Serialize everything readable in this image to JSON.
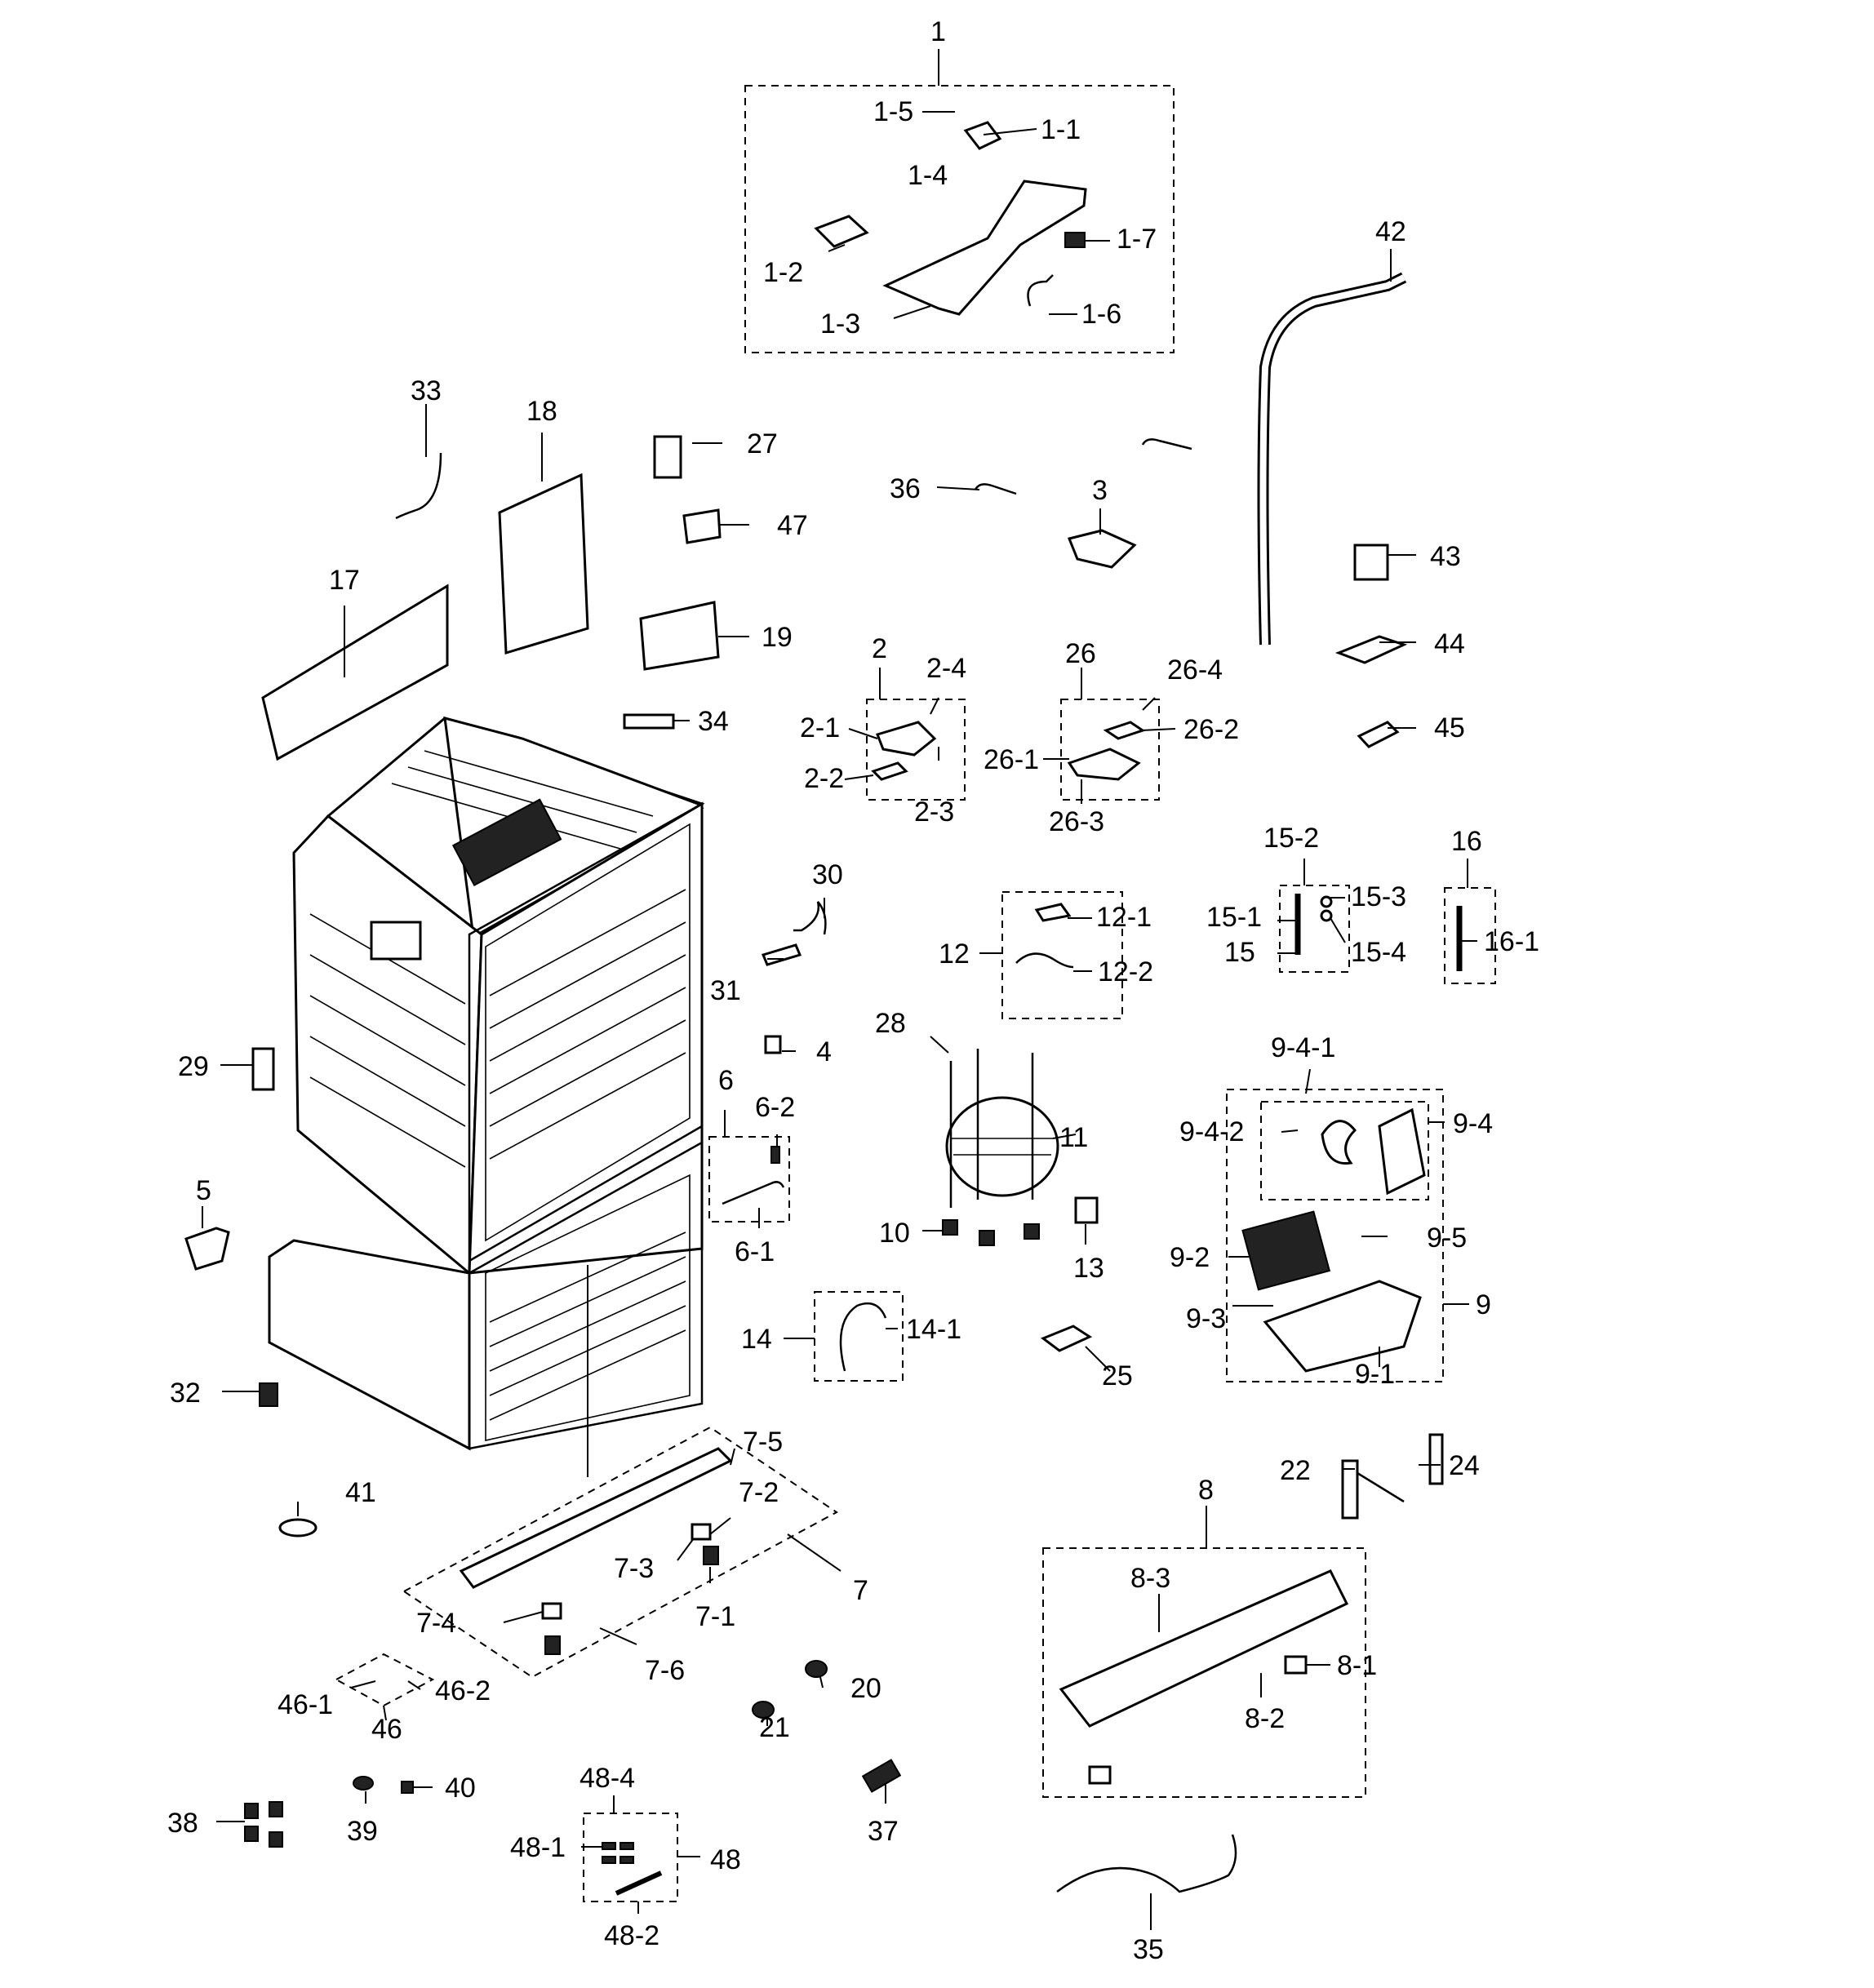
{
  "labels": {
    "l1": "1",
    "l1_1": "1-1",
    "l1_2": "1-2",
    "l1_3": "1-3",
    "l1_4": "1-4",
    "l1_5": "1-5",
    "l1_6": "1-6",
    "l1_7": "1-7",
    "l2": "2",
    "l2_1": "2-1",
    "l2_2": "2-2",
    "l2_3": "2-3",
    "l2_4": "2-4",
    "l3": "3",
    "l4": "4",
    "l5": "5",
    "l6": "6",
    "l6_1": "6-1",
    "l6_2": "6-2",
    "l7": "7",
    "l7_1": "7-1",
    "l7_2": "7-2",
    "l7_3": "7-3",
    "l7_4": "7-4",
    "l7_5": "7-5",
    "l7_6": "7-6",
    "l8": "8",
    "l8_1": "8-1",
    "l8_2": "8-2",
    "l8_3": "8-3",
    "l9": "9",
    "l9_1": "9-1",
    "l9_2": "9-2",
    "l9_3": "9-3",
    "l9_4": "9-4",
    "l9_4_1": "9-4-1",
    "l9_4_2": "9-4-2",
    "l9_5": "9-5",
    "l10": "10",
    "l11": "11",
    "l12": "12",
    "l12_1": "12-1",
    "l12_2": "12-2",
    "l13": "13",
    "l14": "14",
    "l14_1": "14-1",
    "l15": "15",
    "l15_1": "15-1",
    "l15_2": "15-2",
    "l15_3": "15-3",
    "l15_4": "15-4",
    "l16": "16",
    "l16_1": "16-1",
    "l17": "17",
    "l18": "18",
    "l19": "19",
    "l20": "20",
    "l21": "21",
    "l22": "22",
    "l24": "24",
    "l25": "25",
    "l26": "26",
    "l26_1": "26-1",
    "l26_2": "26-2",
    "l26_3": "26-3",
    "l26_4": "26-4",
    "l27": "27",
    "l28": "28",
    "l29": "29",
    "l30": "30",
    "l31": "31",
    "l32": "32",
    "l33": "33",
    "l34": "34",
    "l35": "35",
    "l36": "36",
    "l37": "37",
    "l38": "38",
    "l39": "39",
    "l40": "40",
    "l41": "41",
    "l42": "42",
    "l43": "43",
    "l44": "44",
    "l45": "45",
    "l46": "46",
    "l46_1": "46-1",
    "l46_2": "46-2",
    "l47": "47",
    "l48": "48",
    "l48_1": "48-1",
    "l48_2": "48-2",
    "l48_4": "48-4"
  }
}
